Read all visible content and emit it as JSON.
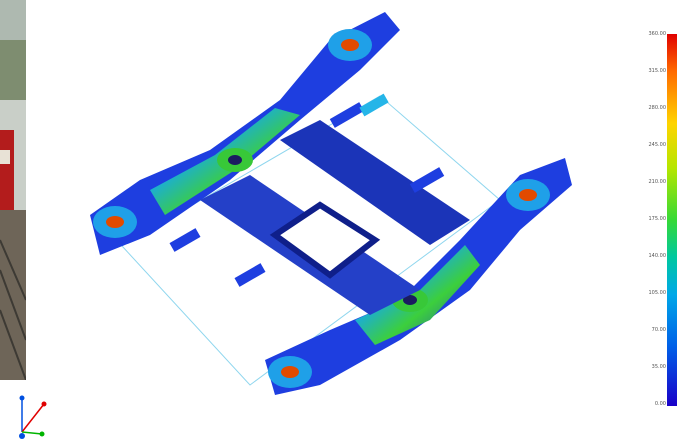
{
  "legend": {
    "ticks": [
      "360.00",
      "315.00",
      "280.00",
      "245.00",
      "210.00",
      "175.00",
      "140.00",
      "105.00",
      "70.00",
      "35.00",
      "0.00"
    ],
    "colors": {
      "max": "#e00000",
      "high": "#ffd400",
      "mid": "#36d936",
      "low": "#00a8e8",
      "min": "#1a00c8"
    }
  },
  "triad": {
    "x_color": "#e00000",
    "y_color": "#00b400",
    "z_color": "#0050e0"
  }
}
